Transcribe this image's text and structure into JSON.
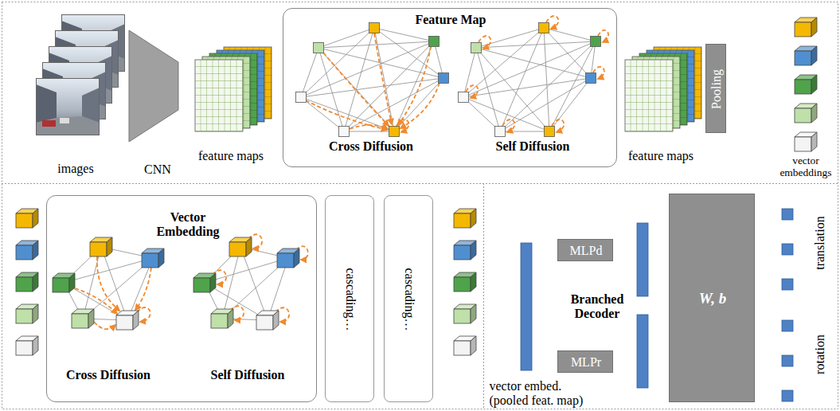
{
  "diagram": {
    "nodes": [
      {
        "text": [
          "CNN"
        ]
      },
      {
        "text": [
          "Feature Map",
          "Cross Diffusion",
          "Self Diffusion"
        ]
      },
      {
        "text": [
          "Pooling"
        ]
      },
      {
        "text": [
          "Vector Embedding",
          "Cross Diffusion",
          "Self Diffusion"
        ]
      },
      {
        "text": [
          "cascading…"
        ]
      },
      {
        "text": [
          "cascading…"
        ]
      },
      {
        "text": [
          "MLPd"
        ]
      },
      {
        "text": [
          "MLPr"
        ]
      },
      {
        "text": [
          "W, b"
        ]
      }
    ],
    "labels": [
      "images",
      "feature maps",
      "feature maps",
      "vector embeddings",
      "Branched Decoder",
      "vector embed. (pooled feat. map)",
      "translation",
      "rotation"
    ]
  }
}
